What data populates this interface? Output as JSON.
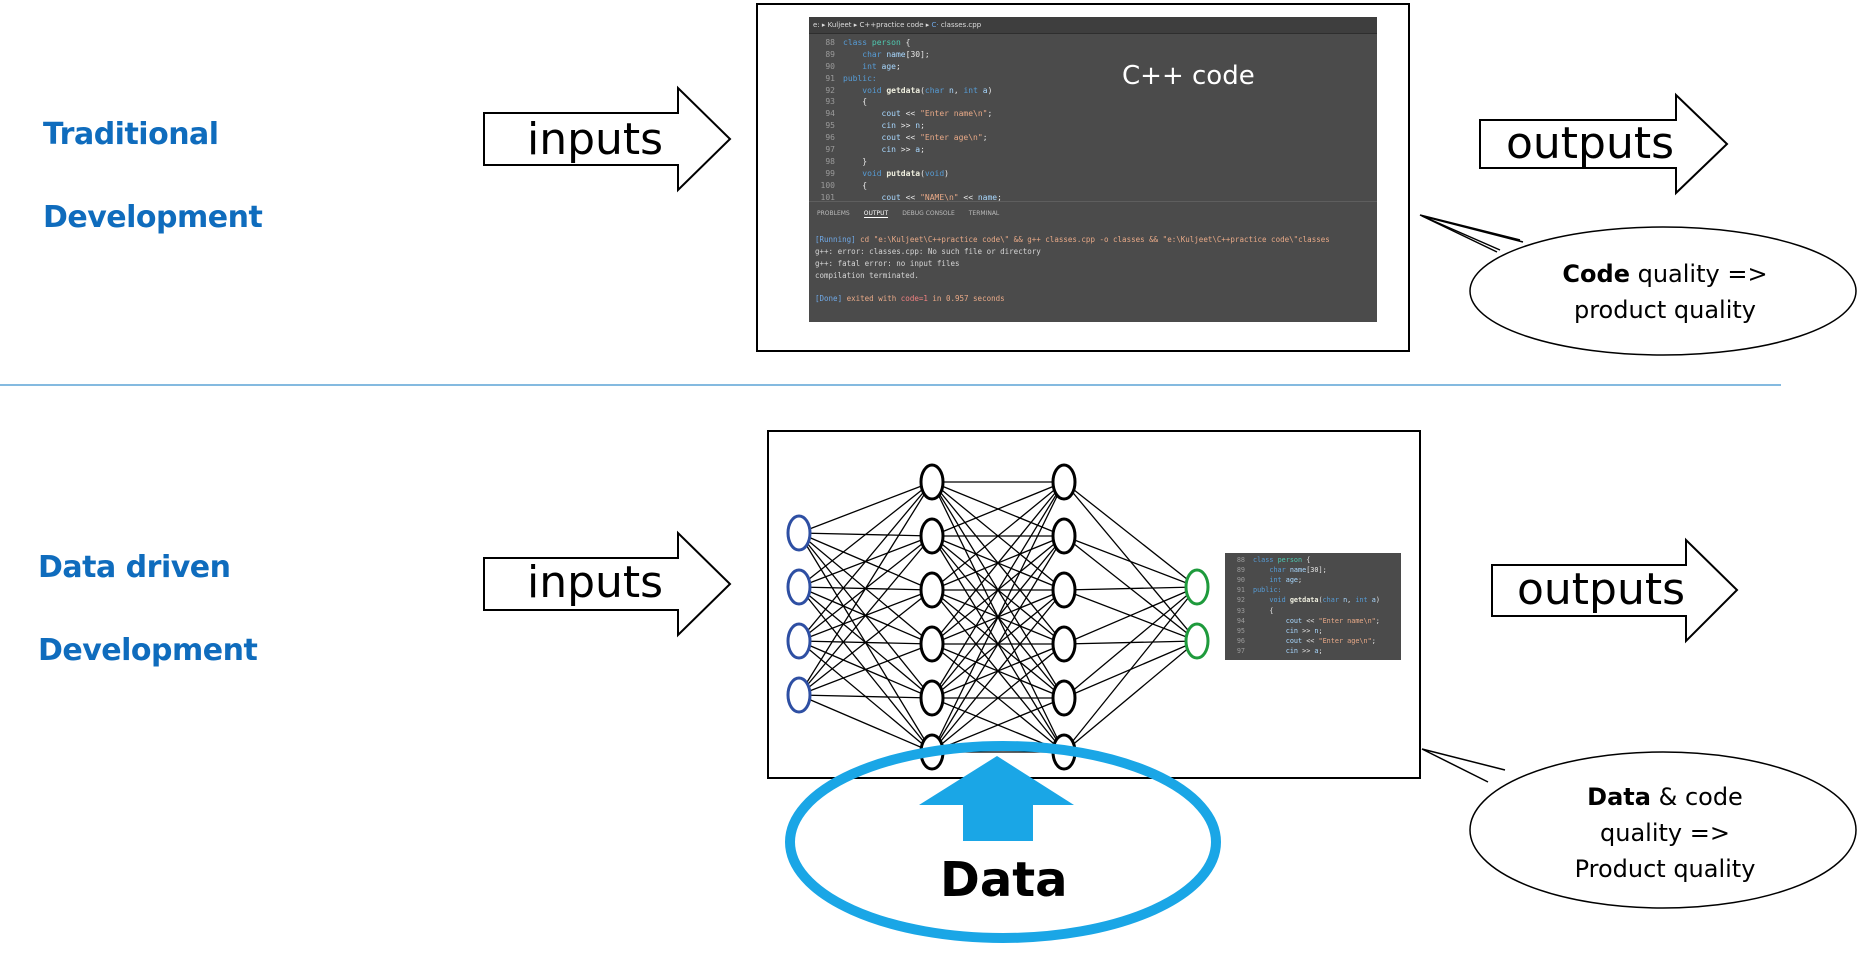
{
  "colors": {
    "heading": "#0f6cbd",
    "divider": "#5ba3d6",
    "input_node": "#2e4fa3",
    "output_node": "#1e9a3c",
    "data_accent": "#1aa6e6",
    "editor_bg": "#4b4b4b"
  },
  "top": {
    "heading_line1": "Traditional",
    "heading_line2": "Development",
    "inputs_label": "inputs",
    "outputs_label": "outputs",
    "code_label": "C++ code",
    "bubble": {
      "bold": "Code",
      "rest": " quality =>",
      "line2": "product quality"
    }
  },
  "editor": {
    "breadcrumb": "e: ▸ Kuljeet ▸ C++practice code ▸ ",
    "file_icon": "cpp-file-icon",
    "file": "classes.cpp",
    "lines": [
      {
        "n": "88",
        "t": [
          [
            "class ",
            "kw"
          ],
          [
            "person",
            "ty"
          ],
          [
            " {",
            "pl"
          ]
        ]
      },
      {
        "n": "89",
        "t": [
          [
            "    char ",
            "kw"
          ],
          [
            "name",
            "var"
          ],
          [
            "[30];",
            "pl"
          ]
        ]
      },
      {
        "n": "90",
        "t": [
          [
            "    int ",
            "kw"
          ],
          [
            "age",
            "var"
          ],
          [
            ";",
            "pl"
          ]
        ]
      },
      {
        "n": "91",
        "t": [
          [
            "public:",
            "kw"
          ]
        ]
      },
      {
        "n": "92",
        "t": [
          [
            "    void ",
            "kw"
          ],
          [
            "getdata",
            "fn"
          ],
          [
            "(",
            "pl"
          ],
          [
            "char ",
            "kw"
          ],
          [
            "n",
            "var"
          ],
          [
            ", ",
            "pl"
          ],
          [
            "int ",
            "kw"
          ],
          [
            "a",
            "var"
          ],
          [
            ")",
            "pl"
          ]
        ]
      },
      {
        "n": "93",
        "t": [
          [
            "    {",
            "pl"
          ]
        ]
      },
      {
        "n": "94",
        "t": [
          [
            "        cout",
            "var"
          ],
          [
            " << ",
            "pl"
          ],
          [
            "\"Enter name\\n\"",
            "str"
          ],
          [
            ";",
            "pl"
          ]
        ]
      },
      {
        "n": "95",
        "t": [
          [
            "        cin",
            "var"
          ],
          [
            " >> ",
            "pl"
          ],
          [
            "n",
            "var"
          ],
          [
            ";",
            "pl"
          ]
        ]
      },
      {
        "n": "96",
        "t": [
          [
            "        cout",
            "var"
          ],
          [
            " << ",
            "pl"
          ],
          [
            "\"Enter age\\n\"",
            "str"
          ],
          [
            ";",
            "pl"
          ]
        ]
      },
      {
        "n": "97",
        "t": [
          [
            "        cin",
            "var"
          ],
          [
            " >> ",
            "pl"
          ],
          [
            "a",
            "var"
          ],
          [
            ";",
            "pl"
          ]
        ]
      },
      {
        "n": "98",
        "t": [
          [
            "    }",
            "pl"
          ]
        ]
      },
      {
        "n": "99",
        "t": [
          [
            "    void ",
            "kw"
          ],
          [
            "putdata",
            "fn"
          ],
          [
            "(",
            "pl"
          ],
          [
            "void",
            "kw"
          ],
          [
            ")",
            "pl"
          ]
        ]
      },
      {
        "n": "100",
        "t": [
          [
            "    {",
            "pl"
          ]
        ]
      },
      {
        "n": "101",
        "t": [
          [
            "        cout",
            "var"
          ],
          [
            " << ",
            "pl"
          ],
          [
            "\"NAME\\n\"",
            "str"
          ],
          [
            " << ",
            "pl"
          ],
          [
            "name",
            "var"
          ],
          [
            ";",
            "pl"
          ]
        ]
      }
    ],
    "panel_tabs": [
      "PROBLEMS",
      "OUTPUT",
      "DEBUG CONSOLE",
      "TERMINAL"
    ],
    "active_tab": "OUTPUT",
    "output": {
      "running_tag": "[Running]",
      "running_cmd": " cd \"e:\\Kuljeet\\C++practice code\\\" && g++ classes.cpp -o classes && \"e:\\Kuljeet\\C++practice code\\\"classes",
      "line2": "g++: error: classes.cpp: No such file or directory",
      "line3": "g++: fatal error: no input files",
      "line4": "compilation terminated.",
      "done_tag": "[Done]",
      "done_mid": " exited with ",
      "done_code": "code=1",
      "done_end": " in 0.957 seconds"
    }
  },
  "bottom": {
    "heading_line1": "Data driven",
    "heading_line2": "Development",
    "inputs_label": "inputs",
    "outputs_label": "outputs",
    "data_label": "Data",
    "network": {
      "layers": [
        4,
        6,
        6,
        2
      ]
    },
    "bubble": {
      "bold": "Data",
      "rest": " & code",
      "line2": "quality =>",
      "line3": "Product quality"
    }
  }
}
